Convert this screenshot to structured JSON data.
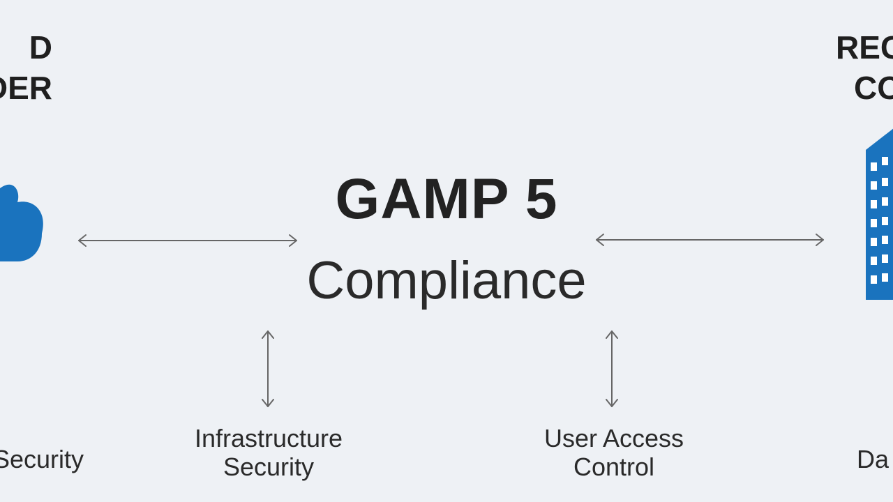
{
  "diagram": {
    "title": "GAMP 5",
    "subtitle": "Compliance",
    "top_left_label": [
      "D",
      "DER"
    ],
    "top_right_label": [
      "REG",
      "CO"
    ],
    "bottom_labels": {
      "left": "Security",
      "mid_left": [
        "Infrastructure",
        "Security"
      ],
      "mid_right": [
        "User Access",
        "Control"
      ],
      "right": "Da"
    }
  },
  "colors": {
    "background": "#eef1f5",
    "accent_blue": "#1a73be",
    "arrow": "#666666"
  },
  "icons": [
    "cloud-icon",
    "building-icon"
  ]
}
